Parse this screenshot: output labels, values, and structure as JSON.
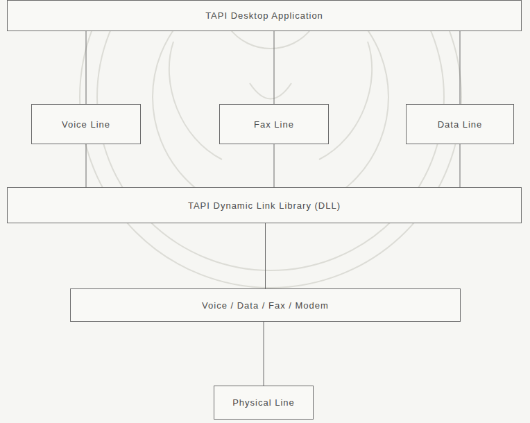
{
  "diagram": {
    "nodes": [
      {
        "text": [
          "TAPI Desktop Application"
        ]
      },
      {
        "text": [
          "Voice Line"
        ]
      },
      {
        "text": [
          "Fax Line"
        ]
      },
      {
        "text": [
          "Data Line"
        ]
      },
      {
        "text": [
          "TAPI Dynamic Link Library (DLL)"
        ]
      },
      {
        "text": [
          "Voice / Data / Fax / Modem"
        ]
      },
      {
        "text": [
          "Physical Line"
        ]
      }
    ],
    "edges": [
      {
        "from": 0,
        "to": 1,
        "arrow": "none"
      },
      {
        "from": 0,
        "to": 2,
        "arrow": "none"
      },
      {
        "from": 0,
        "to": 3,
        "arrow": "none"
      },
      {
        "from": 1,
        "to": 4,
        "arrow": "none"
      },
      {
        "from": 2,
        "to": 4,
        "arrow": "none"
      },
      {
        "from": 3,
        "to": 4,
        "arrow": "none"
      },
      {
        "from": 4,
        "to": 5,
        "arrow": "none"
      },
      {
        "from": 5,
        "to": 6,
        "arrow": "none"
      }
    ]
  }
}
